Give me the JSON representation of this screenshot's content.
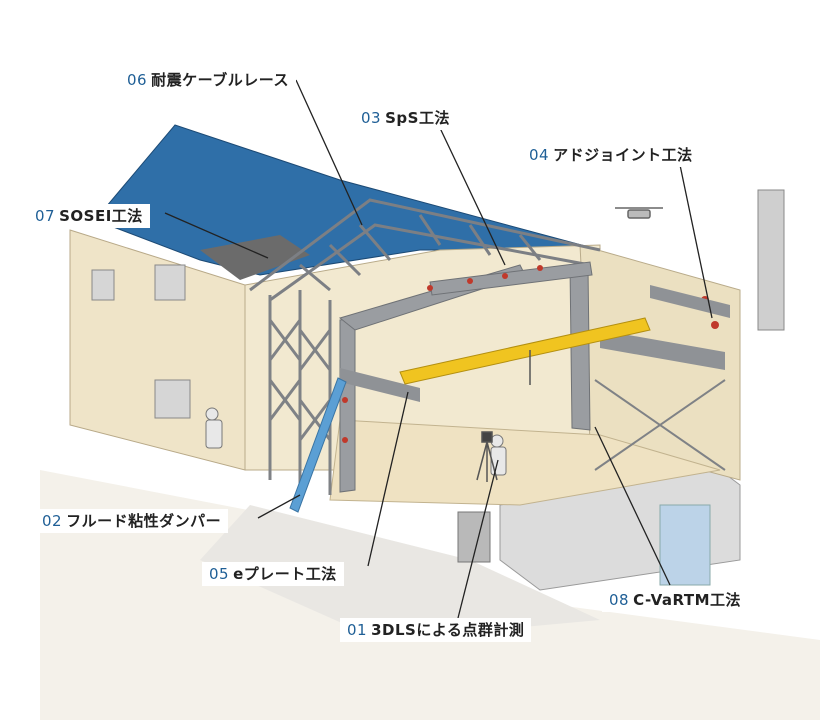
{
  "colors": {
    "accent_number": "#1f5f96",
    "roof": "#2f6fa8",
    "wall": "#eee3c6",
    "steel": "#8c8f93",
    "crane": "#f0c420",
    "damper": "#5b9fd4",
    "bolt": "#c0392b"
  },
  "callouts": [
    {
      "num": "06",
      "label": "耐震ケーブルレース"
    },
    {
      "num": "03",
      "label": "SpS工法"
    },
    {
      "num": "04",
      "label": "アドジョイント工法"
    },
    {
      "num": "07",
      "label": "SOSEI工法"
    },
    {
      "num": "02",
      "label": "フルード粘性ダンパー"
    },
    {
      "num": "05",
      "label": "eプレート工法"
    },
    {
      "num": "08",
      "label": "C-VaRTM工法"
    },
    {
      "num": "01",
      "label": "3DLSによる点群計測"
    }
  ]
}
